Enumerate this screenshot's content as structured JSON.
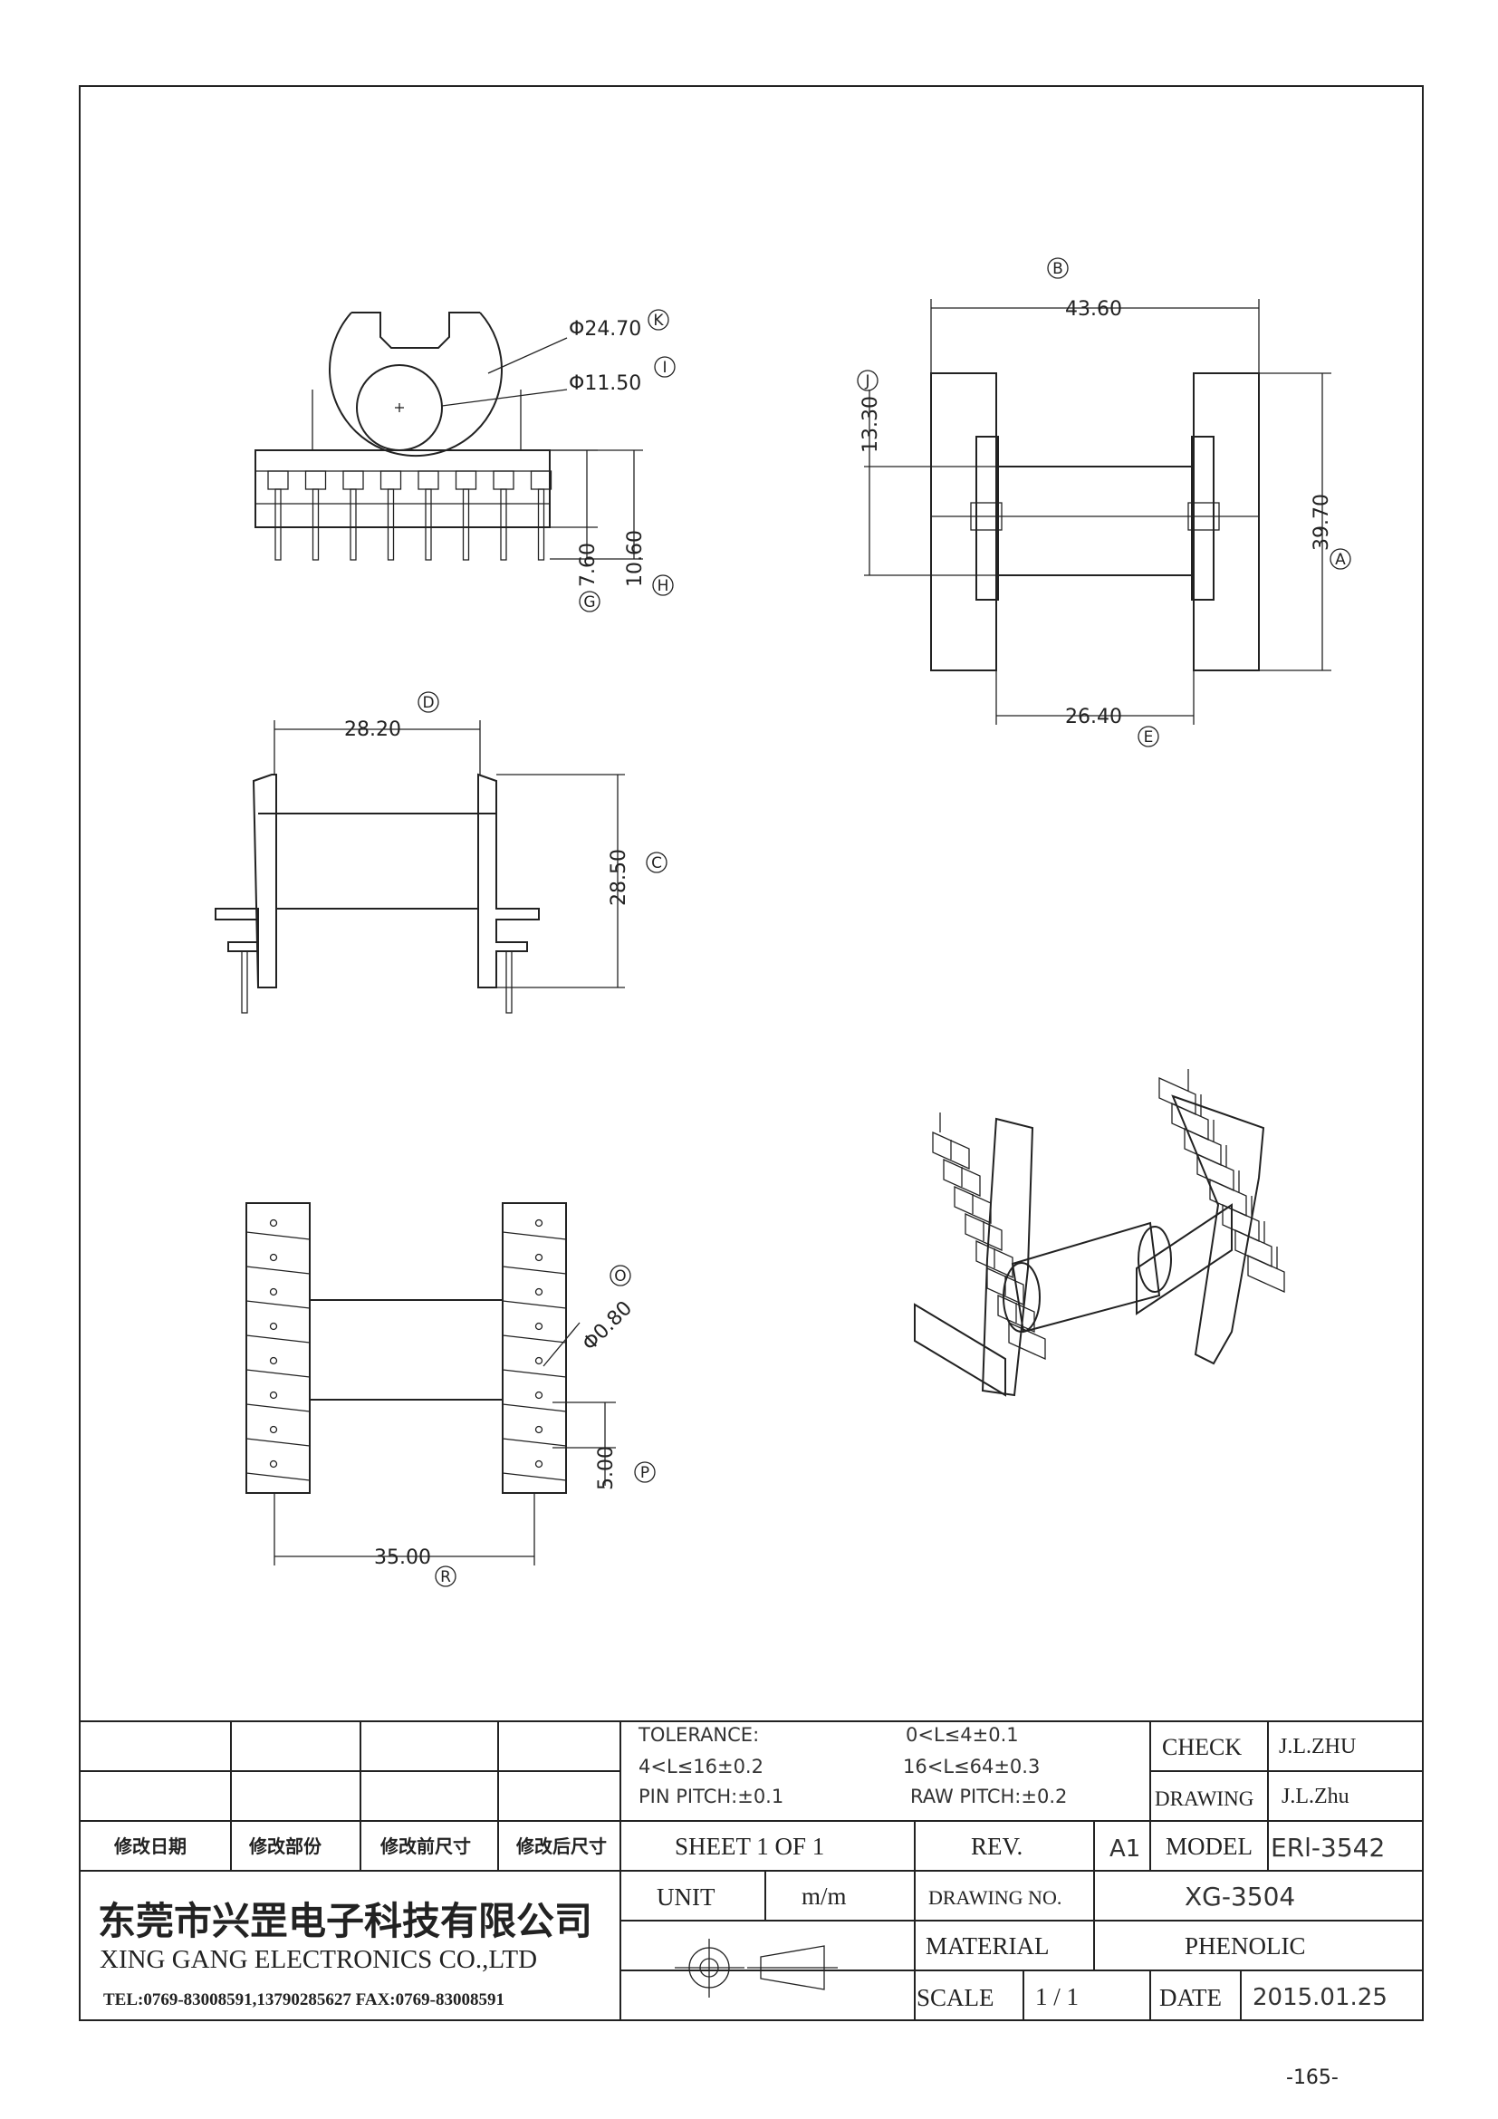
{
  "views": {
    "top": {
      "dims": [
        {
          "value": "Φ24.70",
          "tag": "K"
        },
        {
          "value": "Φ11.50",
          "tag": "I"
        },
        {
          "value": "7.60",
          "tag": "G"
        },
        {
          "value": "10.60",
          "tag": "H"
        }
      ]
    },
    "side_right": {
      "dims": [
        {
          "value": "43.60",
          "tag": "B"
        },
        {
          "value": "13.30",
          "tag": "J"
        },
        {
          "value": "39.70",
          "tag": "A"
        },
        {
          "value": "26.40",
          "tag": "E"
        }
      ]
    },
    "front": {
      "dims": [
        {
          "value": "28.20",
          "tag": "D"
        },
        {
          "value": "28.50",
          "tag": "C"
        }
      ]
    },
    "bottom": {
      "dims": [
        {
          "value": "Φ0.80",
          "tag": "O"
        },
        {
          "value": "5.00",
          "tag": "P"
        },
        {
          "value": "35.00",
          "tag": "R"
        }
      ]
    }
  },
  "title_block": {
    "tolerance": {
      "label": "TOLERANCE:",
      "r1": "0<L≤4±0.1",
      "r2": "4<L≤16±0.2",
      "r3": "16<L≤64±0.3",
      "pin_pitch": "PIN PITCH:±0.1",
      "raw_pitch": "RAW PITCH:±0.2"
    },
    "check_label": "CHECK",
    "check_value": "J.L.ZHU",
    "drawing_label": "DRAWING",
    "drawing_value": "J.L.Zhu",
    "revision_headers": [
      "修改日期",
      "修改部份",
      "修改前尺寸",
      "修改后尺寸"
    ],
    "sheet": "SHEET 1 OF 1",
    "rev_label": "REV.",
    "rev_value": "A1",
    "model_label": "MODEL",
    "model_value": "ERl-3542",
    "company_cn": "东莞市兴罡电子科技有限公司",
    "company_en": "XING GANG  ELECTRONICS CO.,LTD",
    "contact": "TEL:0769-83008591,13790285627 FAX:0769-83008591",
    "unit_label": "UNIT",
    "unit_value": "m/m",
    "drawing_no_label": "DRAWING  NO.",
    "drawing_no_value": "XG-3504",
    "material_label": "MATERIAL",
    "material_value": "PHENOLIC",
    "scale_label": "SCALE",
    "scale_value": "1  /  1",
    "date_label": "DATE",
    "date_value": "2015.01.25"
  },
  "page_number": "-165-"
}
